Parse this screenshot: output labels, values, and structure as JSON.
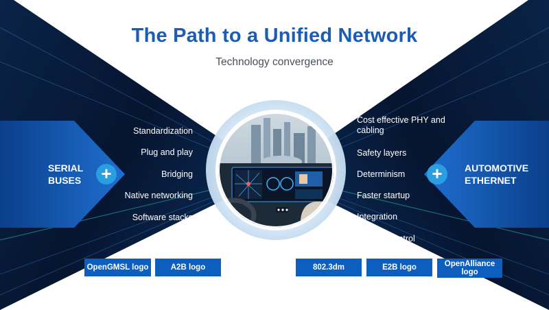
{
  "title": "The Path to a Unified Network",
  "subtitle": "Technology convergence",
  "left_label": {
    "line1": "SERIAL",
    "line2": "BUSES"
  },
  "right_label": {
    "line1": "AUTOMOTIVE",
    "line2": "ETHERNET"
  },
  "left_features": [
    "Standardization",
    "Plug and play",
    "Bridging",
    "Native networking",
    "Software stacks"
  ],
  "right_features": [
    "Cost effective PHY and cabling",
    "Safety layers",
    "Determinism",
    "Faster startup",
    "Integration",
    "Remote control"
  ],
  "logos_left": [
    "OpenGMSL logo",
    "A2B logo"
  ],
  "logos_right": [
    "802.3dm",
    "E2B logo",
    "OpenAlliance logo"
  ],
  "plus_symbol": "+",
  "colors": {
    "title": "#1c5cb3",
    "navy": "#071a38",
    "accent_blue": "#0d5fbf",
    "plus": "#2a9ee0"
  },
  "icons": {
    "center": "car-cockpit-illustration",
    "plus": "plus-icon"
  }
}
